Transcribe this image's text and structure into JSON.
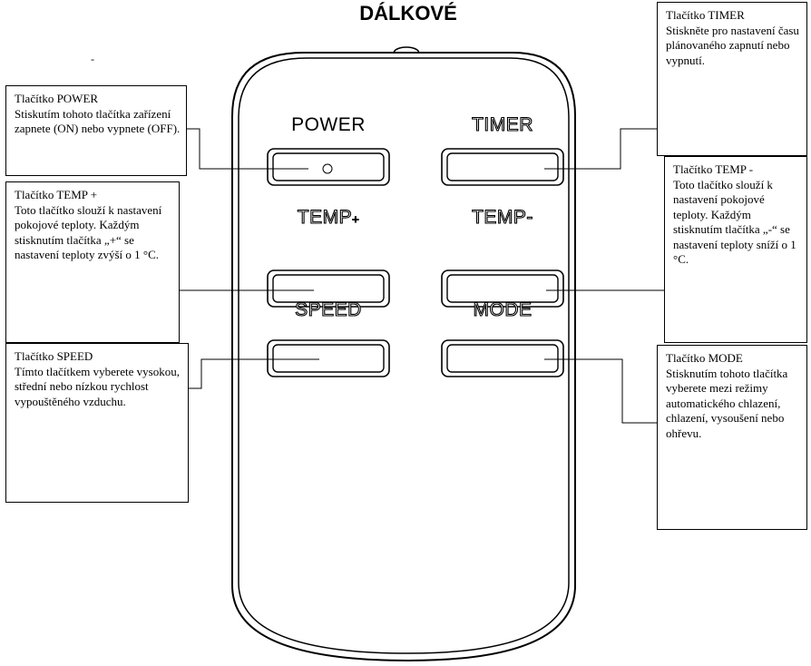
{
  "title": "DÁLKOVÉ",
  "stray_mark": "-",
  "remote": {
    "labels": {
      "power": "POWER",
      "timer": "TIMER",
      "temp_plus": "TEMP",
      "temp_plus_sign": "+",
      "temp_minus": "TEMP-",
      "speed": "SPEED",
      "mode": "MODE"
    }
  },
  "callouts": {
    "power": "Tlačítko POWER\nStiskutím tohoto tlačítka zařízení zapnete (ON) nebo vypnete (OFF).",
    "temp_plus": "Tlačítko TEMP +\nToto tlačítko slouží k nastavení pokojové teploty. Každým stisknutím tlačítka „+“ se nastavení teploty zvýší o 1 °C.",
    "speed": "Tlačítko SPEED\nTímto tlačítkem vyberete vysokou, střední nebo nízkou rychlost vypouštěného vzduchu.",
    "timer": "Tlačítko TIMER\nStiskněte pro nastavení času plánovaného zapnutí nebo vypnutí.",
    "temp_minus": "Tlačítko TEMP -\nToto tlačítko slouží k nastavení pokojové teploty. Každým stisknutím tlačítka „-“ se nastavení teploty sníží o 1 °C.",
    "mode": "Tlačítko MODE\nStisknutím tohoto tlačítka vyberete mezi režimy automatického chlazení, chlazení, vysoušení nebo ohřevu."
  }
}
